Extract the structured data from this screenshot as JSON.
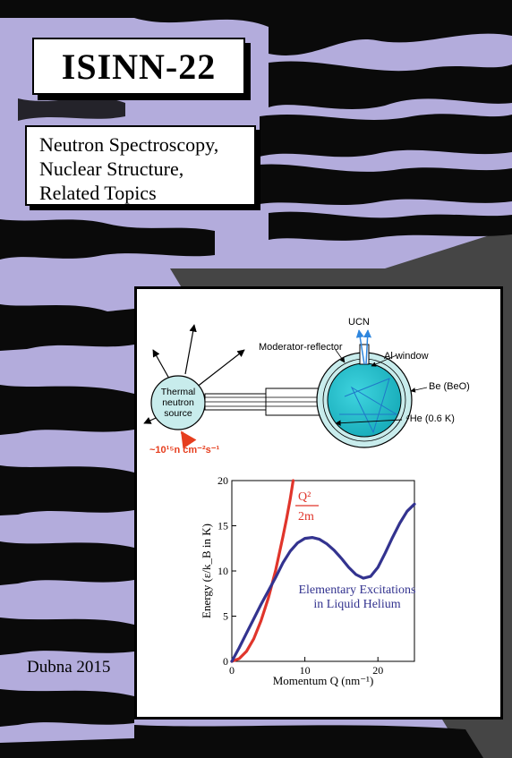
{
  "cover": {
    "title": "ISINN-22",
    "subtitle_lines": [
      "Neutron Spectroscopy,",
      "Nuclear Structure,",
      "Related Topics"
    ],
    "place_year": "Dubna 2015",
    "colors": {
      "background": "#b3acdc",
      "streaks": "#000000",
      "band": "#454545",
      "panel": "#ffffff"
    }
  },
  "diagram": {
    "source_label": [
      "Thermal",
      "neutron",
      "source"
    ],
    "flux_label": "~10¹⁵n cm⁻²s⁻¹",
    "ucn_label": "UCN",
    "moderator_label": "Moderator-reflector",
    "window_label": "Al window",
    "beo_label": "Be (BeO)",
    "he_label": "⁴He (0.6 K)",
    "colors": {
      "source_fill": "#c8ecec",
      "helium_fill": "#20c0cc",
      "flux": "#e63e1e",
      "ucn": "#2e86de"
    }
  },
  "chart_data": {
    "type": "line",
    "xlabel": "Momentum Q (nm⁻¹)",
    "ylabel": "Energy (ε/k_B in K)",
    "xlim": [
      0,
      25
    ],
    "ylim": [
      0,
      20
    ],
    "xticks": [
      "0",
      "10",
      "20"
    ],
    "yticks": [
      "0",
      "5",
      "10",
      "15",
      "20"
    ],
    "grid": false,
    "series": [
      {
        "name": "Q²/2m",
        "color": "#e0352b",
        "x": [
          0,
          1,
          2,
          3,
          4,
          5,
          6,
          7,
          7.5,
          8,
          8.4
        ],
        "y": [
          0,
          0.3,
          1.1,
          2.5,
          4.5,
          7.0,
          10.1,
          13.8,
          15.8,
          18.0,
          20.0
        ]
      },
      {
        "name": "Elementary Excitations in Liquid Helium",
        "color": "#33338f",
        "x": [
          0,
          1,
          2,
          3,
          4,
          5,
          6,
          7,
          8,
          9,
          10,
          11,
          12,
          13,
          14,
          15,
          16,
          17,
          18,
          19,
          20,
          21,
          22,
          23,
          24,
          25
        ],
        "y": [
          0,
          1.5,
          3.1,
          4.7,
          6.3,
          7.8,
          9.3,
          10.9,
          12.2,
          13.1,
          13.6,
          13.7,
          13.5,
          13.0,
          12.3,
          11.4,
          10.4,
          9.6,
          9.2,
          9.4,
          10.4,
          12.0,
          13.7,
          15.3,
          16.6,
          17.4
        ]
      }
    ],
    "annotations": {
      "q2_numerator": "Q²",
      "q2_denominator": "2m",
      "helium_label": [
        "Elementary Excitations",
        "in Liquid Helium"
      ]
    }
  }
}
